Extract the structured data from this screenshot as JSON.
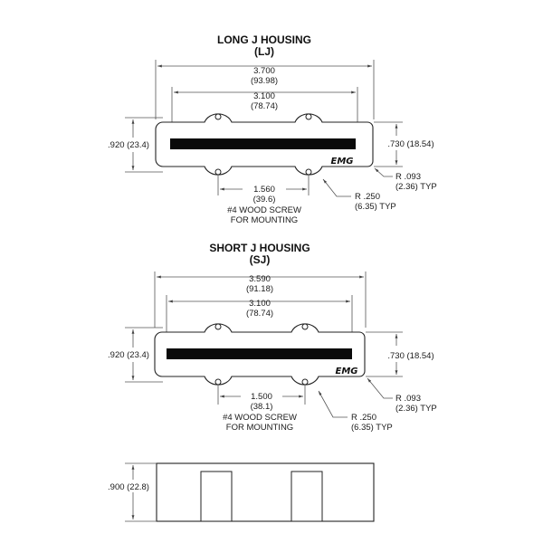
{
  "long": {
    "title": "LONG J HOUSING",
    "code": "(LJ)",
    "overall_in": "3.700",
    "overall_mm": "(93.98)",
    "pole_in": "3.100",
    "pole_mm": "(78.74)",
    "height_label": ".920 (23.4)",
    "height_right": ".730 (18.54)",
    "hole_in": "1.560",
    "hole_mm": "(39.6)",
    "screw_1": "#4 WOOD SCREW",
    "screw_2": "FOR MOUNTING",
    "r_small_1": "R .093",
    "r_small_2": "(2.36) TYP",
    "r_large_1": "R .250",
    "r_large_2": "(6.35) TYP",
    "logo": "EMG"
  },
  "short": {
    "title": "SHORT J HOUSING",
    "code": "(SJ)",
    "overall_in": "3.590",
    "overall_mm": "(91.18)",
    "pole_in": "3.100",
    "pole_mm": "(78.74)",
    "height_label": ".920 (23.4)",
    "height_right": ".730 (18.54)",
    "hole_in": "1.500",
    "hole_mm": "(38.1)",
    "screw_1": "#4 WOOD SCREW",
    "screw_2": "FOR MOUNTING",
    "r_small_1": "R .093",
    "r_small_2": "(2.36) TYP",
    "r_large_1": "R .250",
    "r_large_2": "(6.35) TYP",
    "logo": "EMG"
  },
  "side": {
    "height_label": ".900 (22.8)"
  }
}
